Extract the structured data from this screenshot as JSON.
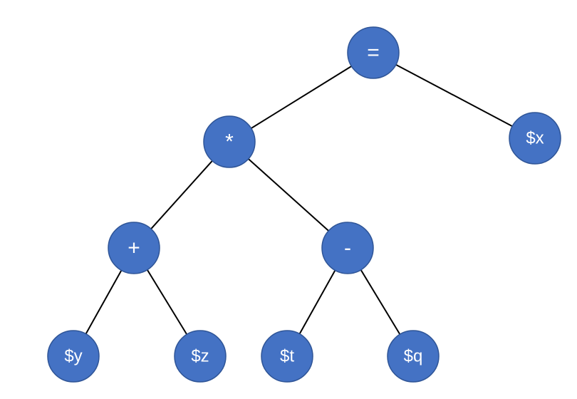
{
  "tree": {
    "nodes": [
      {
        "id": "eq",
        "label": "=",
        "kind": "operator"
      },
      {
        "id": "mul",
        "label": "*",
        "kind": "operator"
      },
      {
        "id": "x",
        "label": "$x",
        "kind": "variable"
      },
      {
        "id": "plus",
        "label": "+",
        "kind": "operator"
      },
      {
        "id": "minus",
        "label": "-",
        "kind": "operator"
      },
      {
        "id": "y",
        "label": "$y",
        "kind": "variable"
      },
      {
        "id": "z",
        "label": "$z",
        "kind": "variable"
      },
      {
        "id": "t",
        "label": "$t",
        "kind": "variable"
      },
      {
        "id": "q",
        "label": "$q",
        "kind": "variable"
      }
    ],
    "edges": [
      {
        "from": "eq",
        "to": "mul"
      },
      {
        "from": "eq",
        "to": "x"
      },
      {
        "from": "mul",
        "to": "plus"
      },
      {
        "from": "mul",
        "to": "minus"
      },
      {
        "from": "plus",
        "to": "y"
      },
      {
        "from": "plus",
        "to": "z"
      },
      {
        "from": "minus",
        "to": "t"
      },
      {
        "from": "minus",
        "to": "q"
      }
    ],
    "colors": {
      "node_fill": "#4472C4",
      "node_border": "#2F5597",
      "label": "#FFFFFF",
      "edge": "#000000"
    }
  }
}
